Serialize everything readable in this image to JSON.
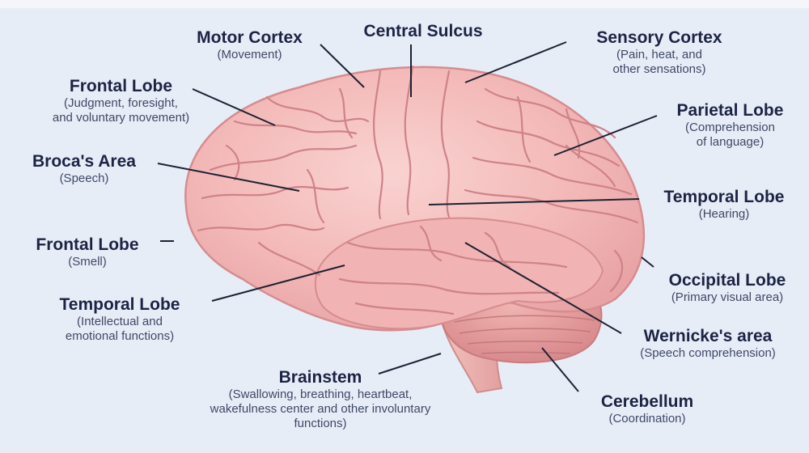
{
  "colors": {
    "background": "#e7edf7",
    "brain_base": "#f3b9b8",
    "brain_fold": "#d98a8e",
    "cerebellum": "#e49a98",
    "brainstem": "#eeb0ad",
    "label_title": "#1c2444",
    "label_desc": "#3f4866",
    "leader_line": "#1e2133"
  },
  "labels": {
    "motor_cortex": {
      "title": "Motor Cortex",
      "desc": "(Movement)"
    },
    "central_sulcus": {
      "title": "Central Sulcus",
      "desc": ""
    },
    "sensory_cortex": {
      "title": "Sensory Cortex",
      "desc_1": "(Pain, heat, and",
      "desc_2": "other sensations)"
    },
    "frontal_lobe_top": {
      "title": "Frontal Lobe",
      "desc_1": "(Judgment, foresight,",
      "desc_2": "and voluntary movement)"
    },
    "parietal_lobe": {
      "title": "Parietal Lobe",
      "desc_1": "(Comprehension",
      "desc_2": "of language)"
    },
    "brocas_area": {
      "title": "Broca's Area",
      "desc": "(Speech)"
    },
    "temporal_lobe_right": {
      "title": "Temporal Lobe",
      "desc": "(Hearing)"
    },
    "frontal_lobe_smell": {
      "title": "Frontal Lobe",
      "desc": "(Smell)"
    },
    "occipital_lobe": {
      "title": "Occipital Lobe",
      "desc": "(Primary visual area)"
    },
    "temporal_lobe_left": {
      "title": "Temporal Lobe",
      "desc_1": "(Intellectual and",
      "desc_2": "emotional functions)"
    },
    "wernickes_area": {
      "title": "Wernicke's area",
      "desc": "(Speech comprehension)"
    },
    "brainstem": {
      "title": "Brainstem",
      "desc_1": "(Swallowing, breathing, heartbeat,",
      "desc_2": "wakefulness center and other involuntary",
      "desc_3": "functions)"
    },
    "cerebellum": {
      "title": "Cerebellum",
      "desc": "(Coordination)"
    }
  }
}
